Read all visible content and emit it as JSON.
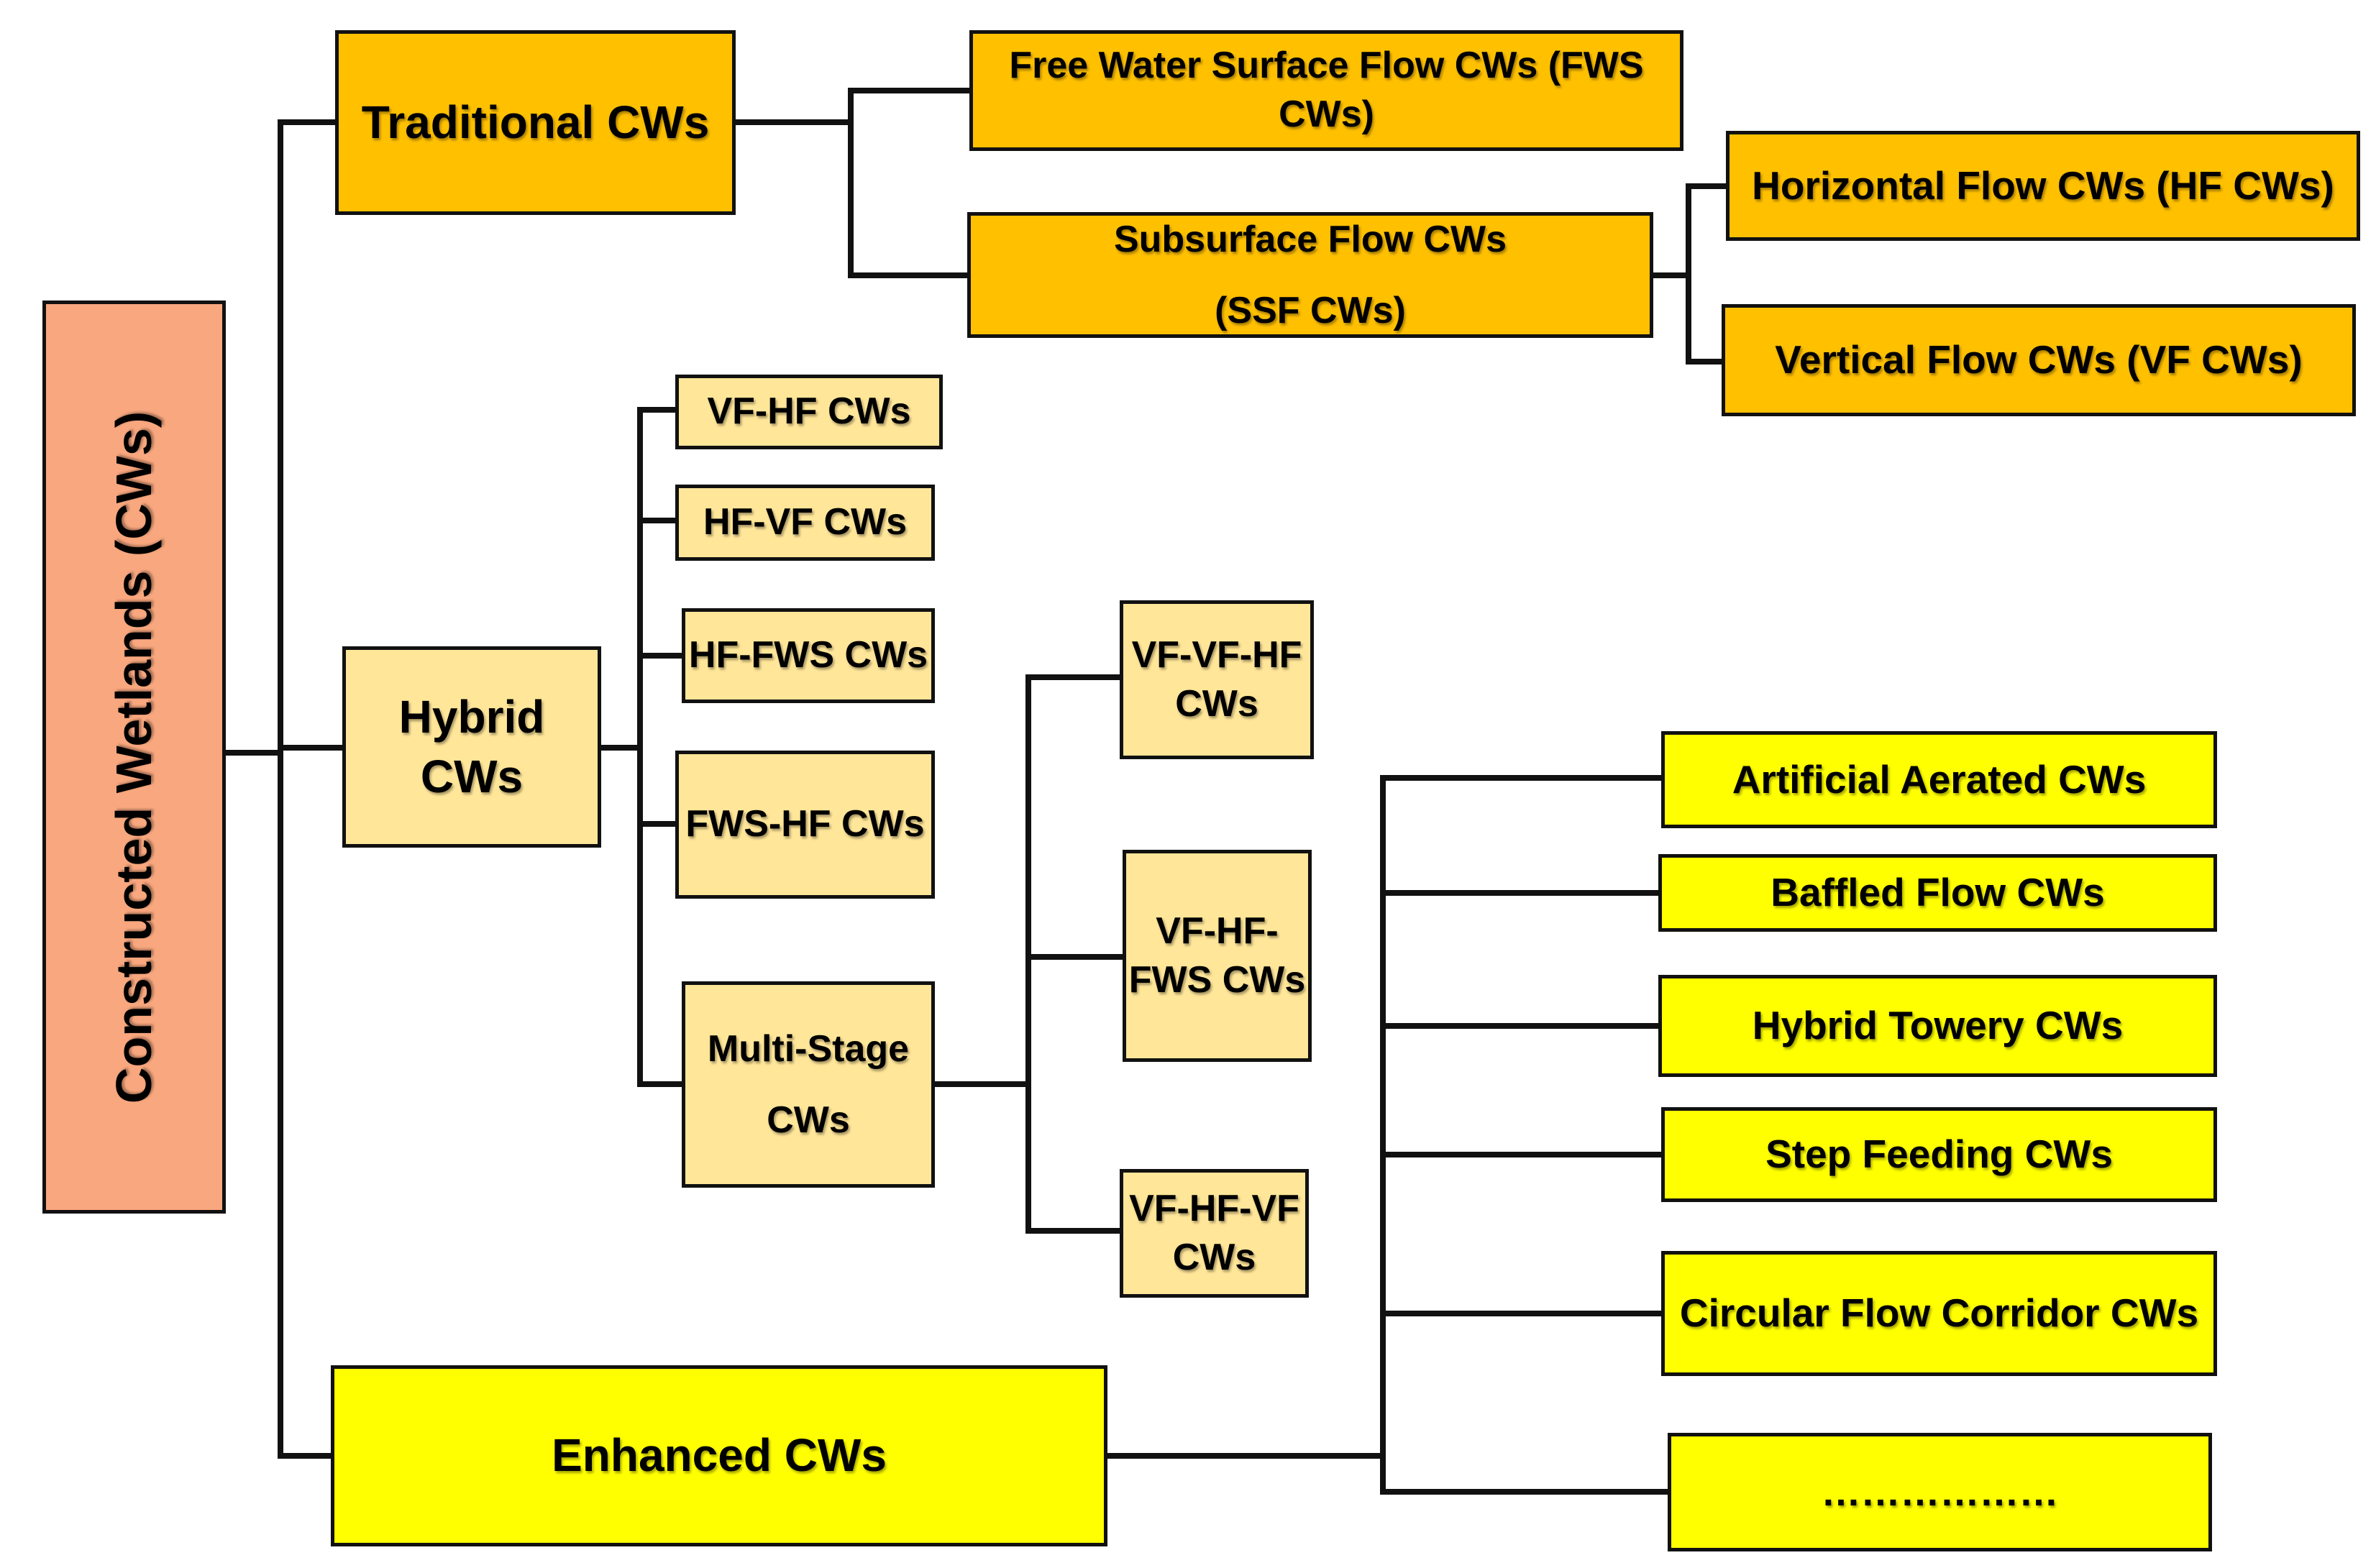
{
  "colors": {
    "root": "#F8A77E",
    "traditional": "#FFC000",
    "hybrid": "#FFE699",
    "enhanced": "#FFFF00",
    "line": "#111111"
  },
  "root": {
    "label": "Constructed Wetlands (CWs)"
  },
  "traditional": {
    "label": "Traditional CWs",
    "fws": "Free Water Surface Flow CWs (FWS CWs)",
    "ssf": "Subsurface Flow CWs\n(SSF CWs)",
    "hf": "Horizontal Flow CWs (HF CWs)",
    "vf": "Vertical Flow CWs (VF CWs)"
  },
  "hybrid": {
    "label": "Hybrid\nCWs",
    "vf_hf": "VF-HF CWs",
    "hf_vf": "HF-VF CWs",
    "hf_fws": "HF-FWS CWs",
    "fws_hf": "FWS-HF CWs",
    "multi_stage": "Multi-Stage\nCWs",
    "vf_vf_hf": "VF-VF-HF\nCWs",
    "vf_hf_fws": "VF-HF-\nFWS CWs",
    "vf_hf_vf": "VF-HF-VF\nCWs"
  },
  "enhanced": {
    "label": "Enhanced CWs",
    "aerated": "Artificial Aerated CWs",
    "baffled": "Baffled Flow CWs",
    "towery": "Hybrid Towery CWs",
    "step": "Step Feeding CWs",
    "circular": "Circular Flow Corridor CWs",
    "more": "………………"
  }
}
